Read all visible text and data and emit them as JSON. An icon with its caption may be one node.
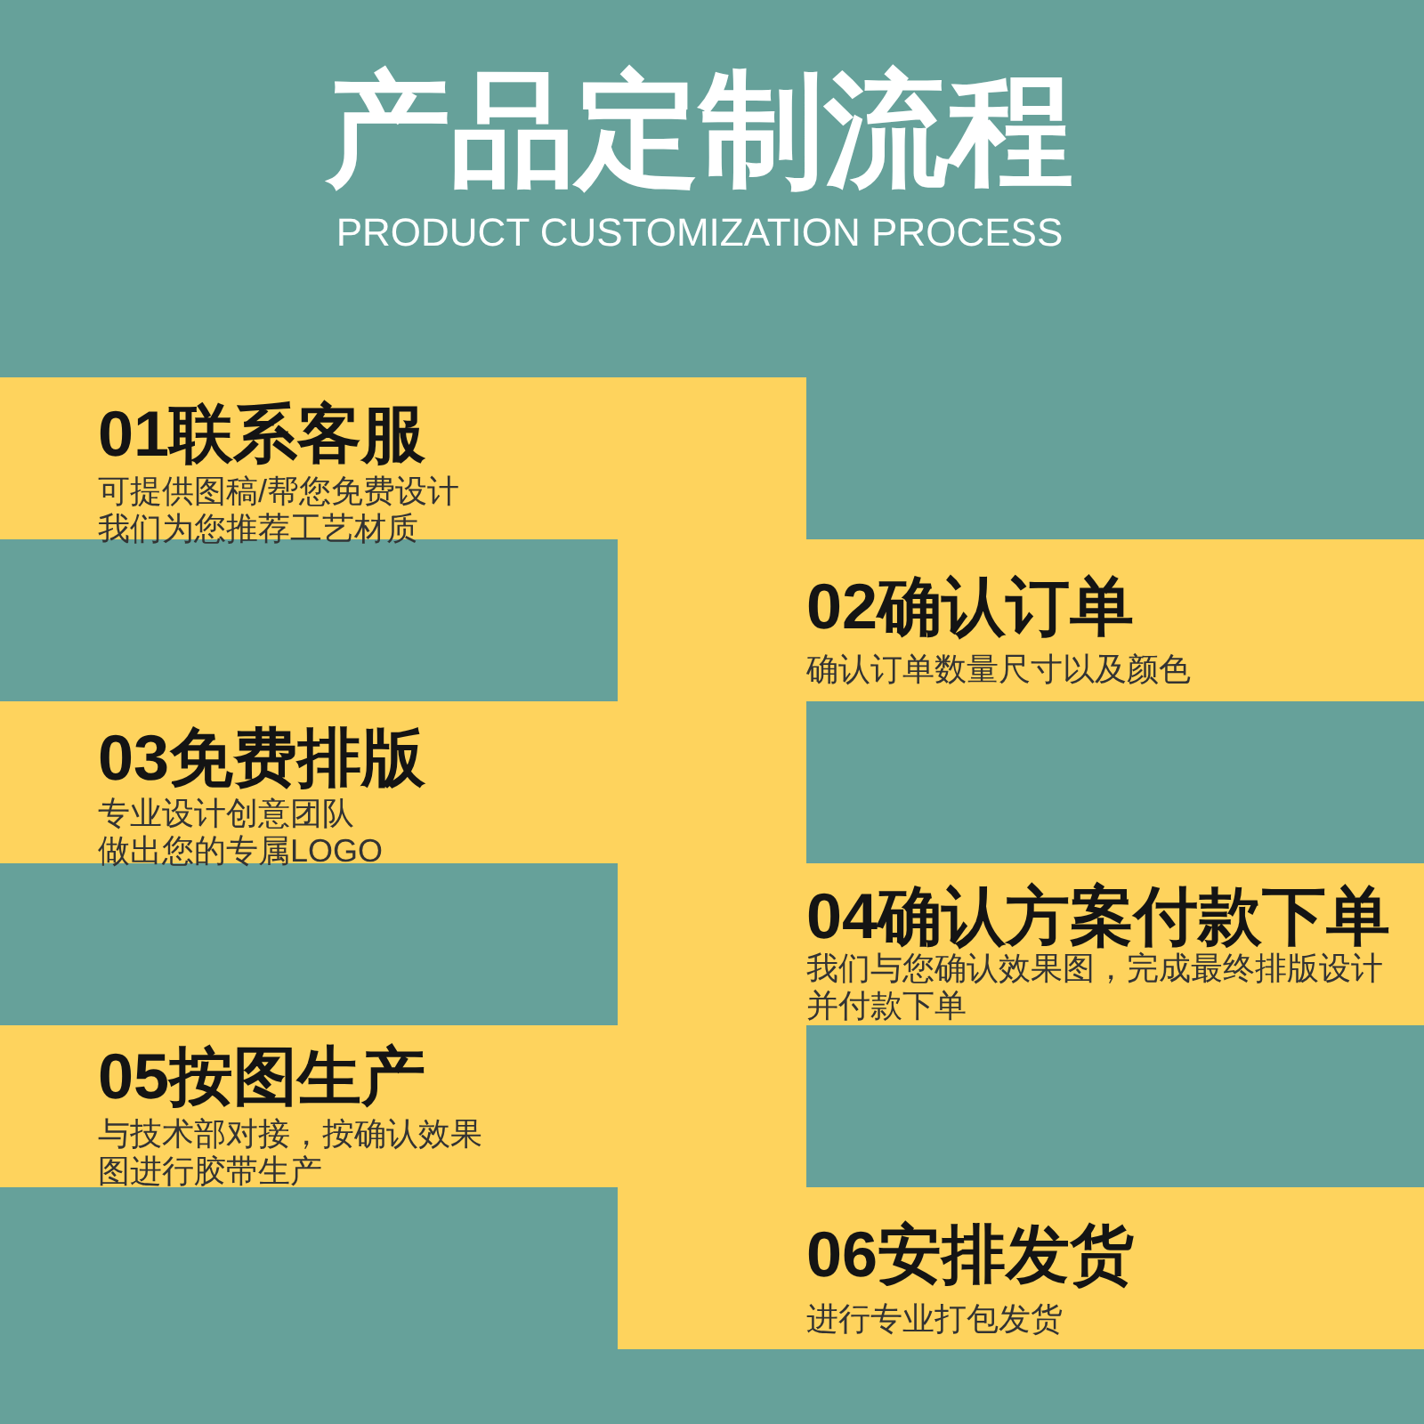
{
  "diagram": {
    "title": "产品定制流程",
    "nodes": [
      {
        "text": [
          "01联系客服",
          "可提供图稿/帮您免费设计我们为您推荐工艺材质"
        ]
      },
      {
        "text": [
          "02确认订单",
          "确认订单数量尺寸以及颜色"
        ]
      },
      {
        "text": [
          "03免费排版",
          "专业设计创意团队做出您的专属LOGO"
        ]
      },
      {
        "text": [
          "04确认方案付款下单",
          "我们与您确认效果图，完成最终排版设计并付款下单"
        ]
      },
      {
        "text": [
          "05按图生产",
          "与技术部对接，按确认效果图进行胶带生产"
        ]
      },
      {
        "text": [
          "06安排发货",
          "进行专业打包发货"
        ]
      }
    ],
    "labels": [
      "PRODUCT CUSTOMIZATION PROCESS"
    ]
  }
}
